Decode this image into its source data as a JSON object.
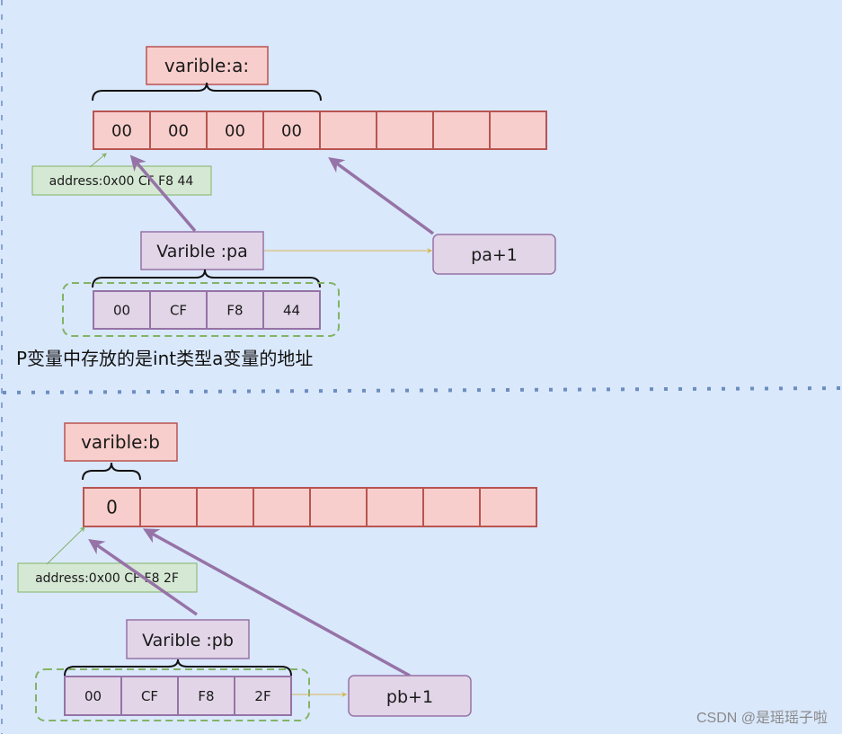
{
  "section_a": {
    "variable_label": "varible:a:",
    "memory_cells": [
      "00",
      "00",
      "00",
      "00",
      "",
      "",
      "",
      ""
    ],
    "address_note": "address:0x00 CF F8 44",
    "pointer_label": "Varible :pa",
    "pointer_bytes": [
      "00",
      "CF",
      "F8",
      "44"
    ],
    "next_label": "pa+1",
    "caption": "P变量中存放的是int类型a变量的地址"
  },
  "section_b": {
    "variable_label": "varible:b",
    "memory_cells": [
      "0",
      "",
      "",
      "",
      "",
      "",
      "",
      ""
    ],
    "address_note": "address:0x00 CF F8 2F",
    "pointer_label": "Varible :pb",
    "pointer_bytes": [
      "00",
      "CF",
      "F8",
      "2F"
    ],
    "next_label": "pb+1"
  },
  "watermark": "CSDN @是瑶瑶子啦",
  "colors": {
    "background": "#dae8fc",
    "memory_fill": "#f8cecc",
    "memory_stroke": "#b85450",
    "pointer_fill": "#e1d5e7",
    "pointer_stroke": "#9673a6",
    "note_fill": "#d5e8d4",
    "note_stroke": "#82b366",
    "arrow_purple": "#9673a6",
    "arrow_yellow": "#d6b656",
    "divider": "#6c8ebf"
  }
}
